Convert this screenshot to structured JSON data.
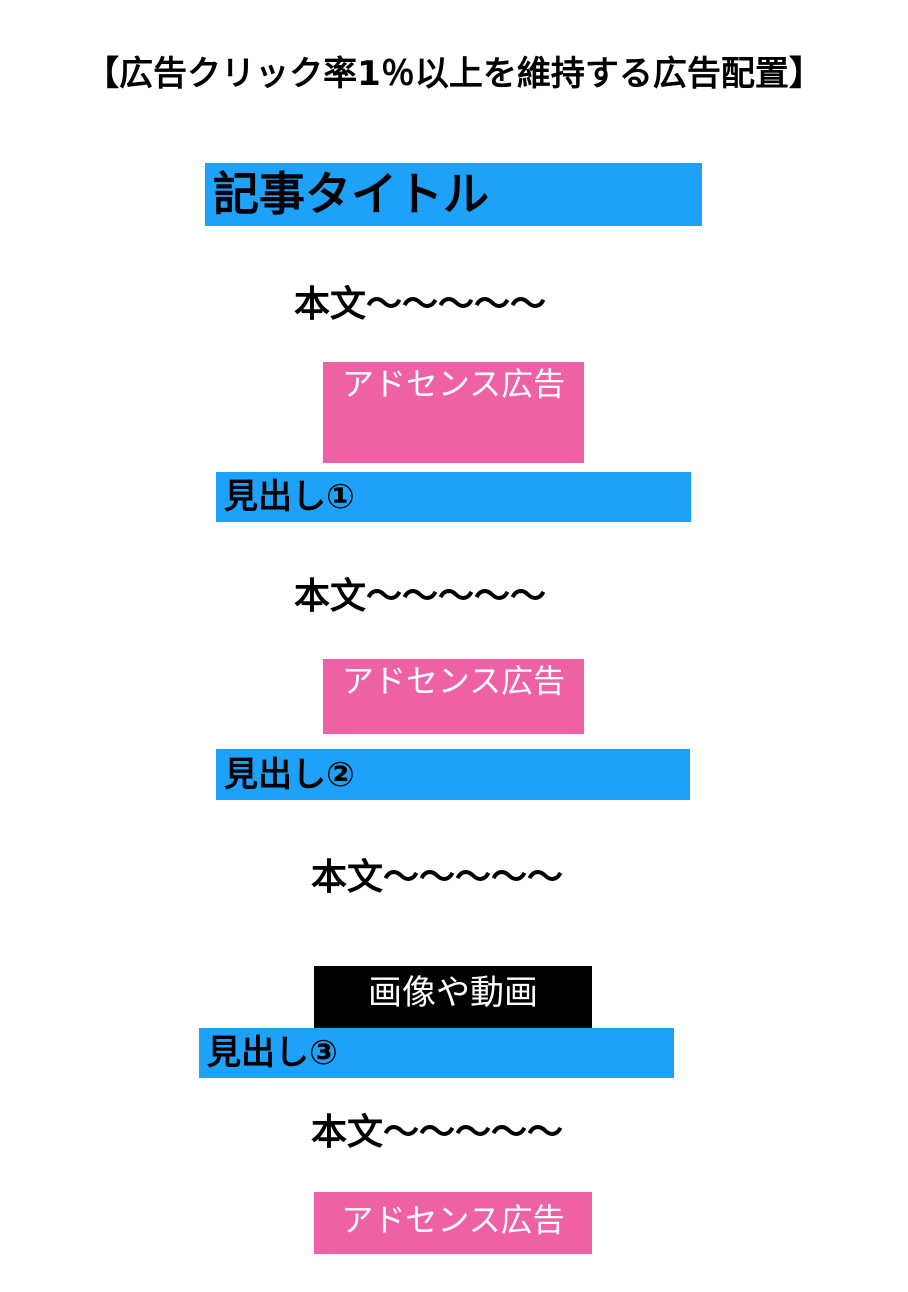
{
  "title": "【広告クリック率1％以上を維持する広告配置】",
  "article_title": "記事タイトル",
  "body_text": "本文〜〜〜〜〜",
  "ad_label": "アドセンス広告",
  "media_label": "画像や動画",
  "headings": [
    "見出し①",
    "見出し②",
    "見出し③"
  ],
  "colors": {
    "heading_bar": "#1da1f9",
    "ad_box": "#ee62a5",
    "media_box": "#000000"
  }
}
